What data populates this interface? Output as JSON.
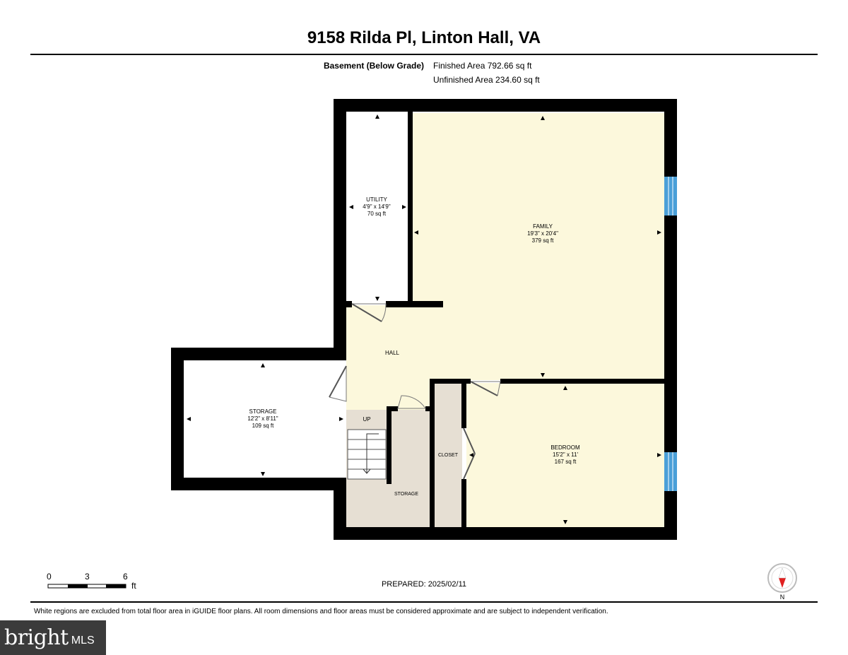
{
  "header": {
    "title": "9158 Rilda Pl, Linton Hall, VA",
    "floor_name": "Basement (Below Grade)",
    "finished_area": "Finished Area 792.66 sq ft",
    "unfinished_area": "Unfinished Area 234.60 sq ft"
  },
  "rooms": {
    "utility": {
      "name": "UTILITY",
      "dims": "4'9\" x 14'9\"",
      "area": "70 sq ft"
    },
    "family": {
      "name": "FAMILY",
      "dims": "19'3\" x 20'4\"",
      "area": "379 sq ft"
    },
    "hall": {
      "name": "HALL"
    },
    "storage_main": {
      "name": "STORAGE",
      "dims": "12'2\" x 8'11\"",
      "area": "109 sq ft"
    },
    "up_label": "UP",
    "closet": {
      "name": "CLOSET"
    },
    "storage_small": {
      "name": "STORAGE"
    },
    "bedroom": {
      "name": "BEDROOM",
      "dims": "15'2\" x 11'",
      "area": "167 sq ft"
    }
  },
  "scale": {
    "marks": [
      "0",
      "3",
      "6"
    ],
    "unit": "ft"
  },
  "prepared": "PREPARED: 2025/02/11",
  "compass": {
    "label": "N"
  },
  "footnote": "White regions are excluded from total floor area in iGUIDE floor plans. All room dimensions and floor areas must be considered approximate and are subject to independent verification.",
  "brand": {
    "main": "bright",
    "sub": "MLS"
  },
  "colors": {
    "finished": "#fcf8dc",
    "unfinished": "#e6dfd3",
    "wall": "#000000",
    "window": "#4a9fd8",
    "compass_needle": "#e02020"
  }
}
